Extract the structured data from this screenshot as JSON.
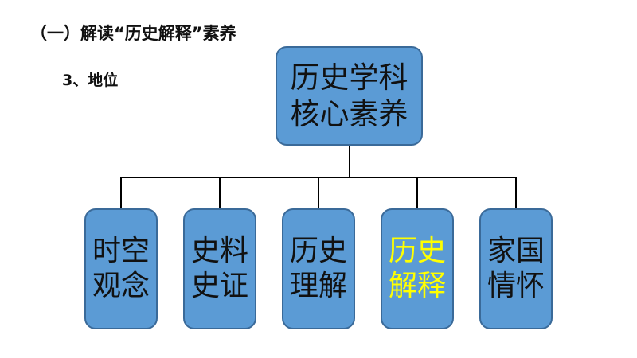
{
  "slide": {
    "title": "（一）解读“历史解释”素养",
    "subtitle": "3、地位"
  },
  "colors": {
    "box_fill": "#5b9bd5",
    "box_border": "#3a6a99",
    "text_default": "#111111",
    "text_highlight": "#ffff00",
    "connector": "#000000"
  },
  "diagram": {
    "root": {
      "line1": "历史学科",
      "line2": "核心素养"
    },
    "children": [
      {
        "line1": "时空",
        "line2": "观念",
        "highlight": false
      },
      {
        "line1": "史料",
        "line2": "史证",
        "highlight": false
      },
      {
        "line1": "历史",
        "line2": "理解",
        "highlight": false
      },
      {
        "line1": "历史",
        "line2": "解释",
        "highlight": true
      },
      {
        "line1": "家国",
        "line2": "情怀",
        "highlight": false
      }
    ]
  }
}
